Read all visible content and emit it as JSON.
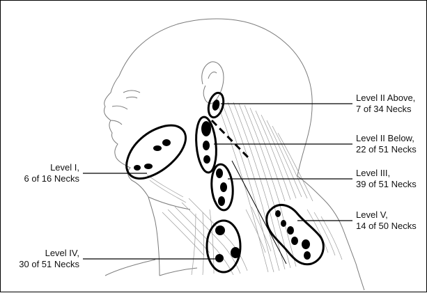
{
  "labels": {
    "level_ii_above": {
      "line1": "Level II Above,",
      "line2": "7 of 34 Necks"
    },
    "level_ii_below": {
      "line1": "Level II Below,",
      "line2": "22 of 51 Necks"
    },
    "level_iii": {
      "line1": "Level III,",
      "line2": "39 of 51 Necks"
    },
    "level_v": {
      "line1": "Level V,",
      "line2": "14 of 50 Necks"
    },
    "level_i": {
      "line1": "Level I,",
      "line2": "6 of 16 Necks"
    },
    "level_iv": {
      "line1": "Level IV,",
      "line2": "30 of 51 Necks"
    }
  },
  "colors": {
    "ink": "#000000",
    "anatomy": "#7a7a7a",
    "background": "#ffffff"
  }
}
